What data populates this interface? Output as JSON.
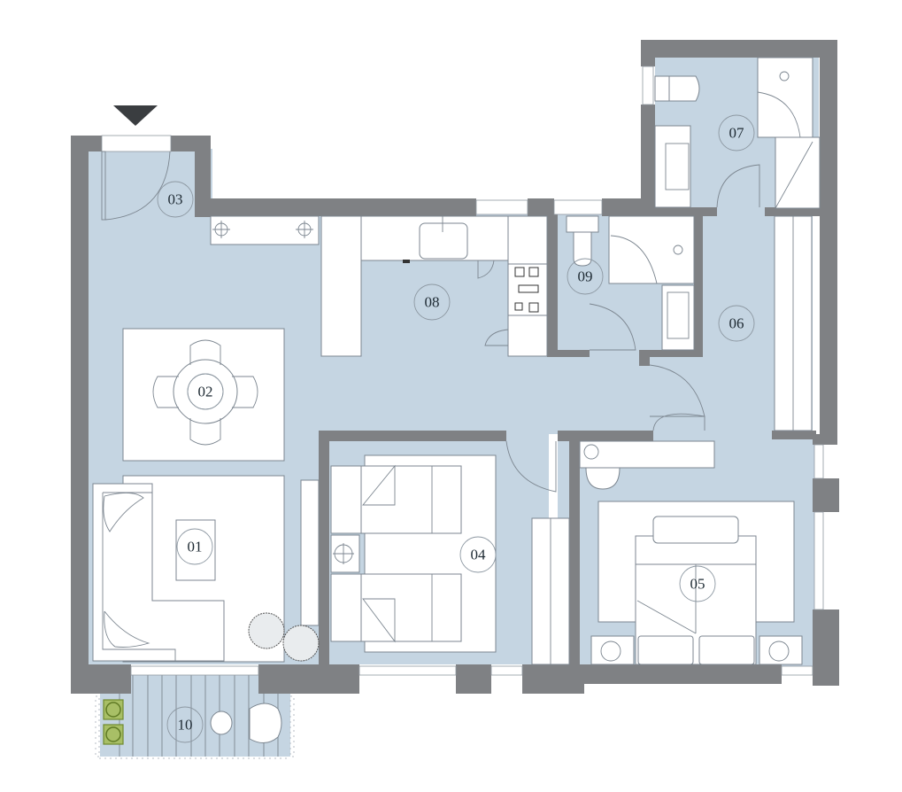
{
  "plan": {
    "title": "Apartment floor plan",
    "entrance_marker": "entrance-arrow",
    "colors": {
      "floor": "#c5d5e2",
      "wall": "#7f8184",
      "furniture_fill": "#ffffff",
      "furniture_stroke": "#7c8690",
      "plant": "#a8bf66"
    },
    "rooms": [
      {
        "id": "01",
        "label": "01",
        "name": "living-room"
      },
      {
        "id": "02",
        "label": "02",
        "name": "dining-area"
      },
      {
        "id": "03",
        "label": "03",
        "name": "entrance-hall"
      },
      {
        "id": "04",
        "label": "04",
        "name": "bedroom-twin"
      },
      {
        "id": "05",
        "label": "05",
        "name": "master-bedroom"
      },
      {
        "id": "06",
        "label": "06",
        "name": "corridor"
      },
      {
        "id": "07",
        "label": "07",
        "name": "bathroom"
      },
      {
        "id": "08",
        "label": "08",
        "name": "kitchen"
      },
      {
        "id": "09",
        "label": "09",
        "name": "shower-room"
      },
      {
        "id": "10",
        "label": "10",
        "name": "balcony"
      }
    ]
  }
}
